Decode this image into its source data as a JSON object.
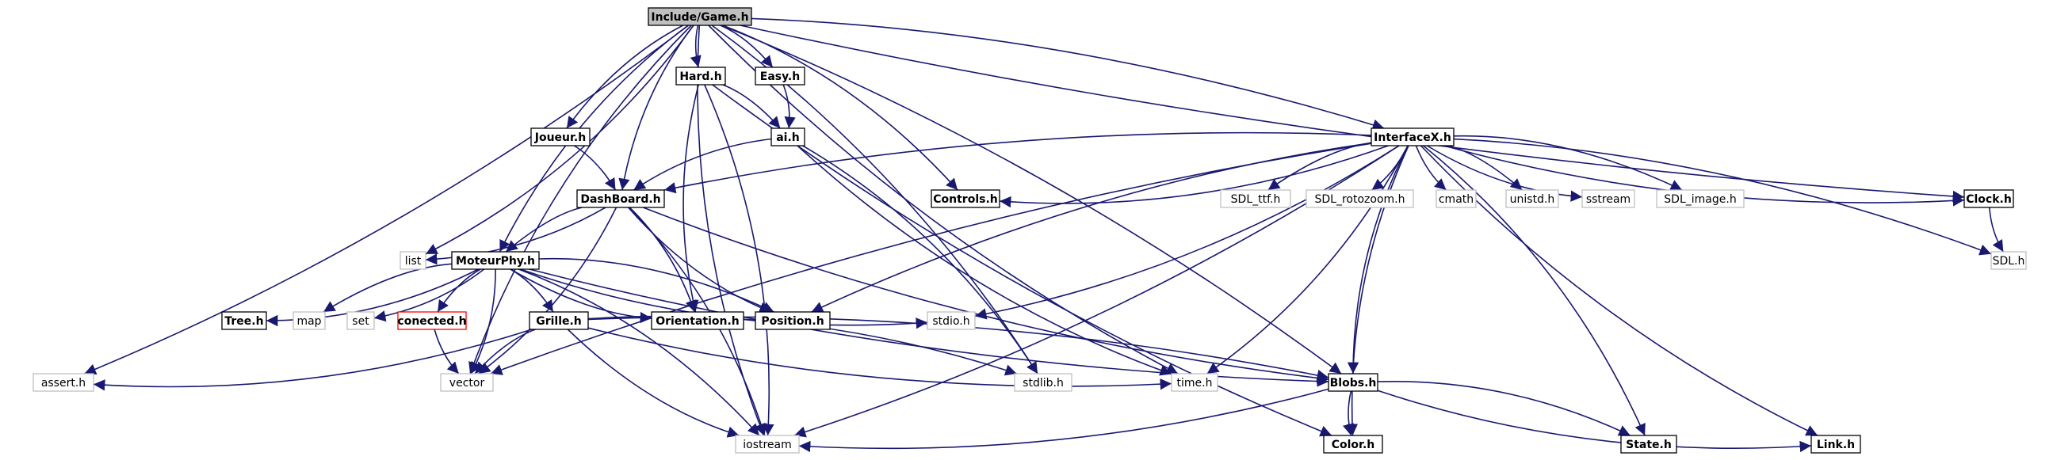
{
  "nodes": [
    {
      "id": "game",
      "label": "Include/Game.h",
      "style": "root"
    },
    {
      "id": "hard",
      "label": "Hard.h",
      "style": "file"
    },
    {
      "id": "easy",
      "label": "Easy.h",
      "style": "file"
    },
    {
      "id": "ai",
      "label": "ai.h",
      "style": "file"
    },
    {
      "id": "joueur",
      "label": "Joueur.h",
      "style": "file"
    },
    {
      "id": "interfacex",
      "label": "InterfaceX.h",
      "style": "file"
    },
    {
      "id": "dashboard",
      "label": "DashBoard.h",
      "style": "file"
    },
    {
      "id": "controls",
      "label": "Controls.h",
      "style": "file"
    },
    {
      "id": "sdlttf",
      "label": "SDL_ttf.h",
      "style": "ext"
    },
    {
      "id": "sdlroto",
      "label": "SDL_rotozoom.h",
      "style": "ext"
    },
    {
      "id": "cmath",
      "label": "cmath",
      "style": "ext"
    },
    {
      "id": "unistd",
      "label": "unistd.h",
      "style": "ext"
    },
    {
      "id": "sstream",
      "label": "sstream",
      "style": "ext"
    },
    {
      "id": "sdlimage",
      "label": "SDL_image.h",
      "style": "ext"
    },
    {
      "id": "clock",
      "label": "Clock.h",
      "style": "file"
    },
    {
      "id": "sdl",
      "label": "SDL.h",
      "style": "ext"
    },
    {
      "id": "list",
      "label": "list",
      "style": "ext"
    },
    {
      "id": "moteurphy",
      "label": "MoteurPhy.h",
      "style": "file"
    },
    {
      "id": "tree",
      "label": "Tree.h",
      "style": "file"
    },
    {
      "id": "map",
      "label": "map",
      "style": "ext"
    },
    {
      "id": "set",
      "label": "set",
      "style": "ext"
    },
    {
      "id": "conected",
      "label": "conected.h",
      "style": "missing"
    },
    {
      "id": "grille",
      "label": "Grille.h",
      "style": "file"
    },
    {
      "id": "orientation",
      "label": "Orientation.h",
      "style": "file"
    },
    {
      "id": "position",
      "label": "Position.h",
      "style": "file"
    },
    {
      "id": "stdio",
      "label": "stdio.h",
      "style": "ext"
    },
    {
      "id": "assert",
      "label": "assert.h",
      "style": "ext"
    },
    {
      "id": "vector",
      "label": "vector",
      "style": "ext"
    },
    {
      "id": "stdlib",
      "label": "stdlib.h",
      "style": "ext"
    },
    {
      "id": "time",
      "label": "time.h",
      "style": "ext"
    },
    {
      "id": "blobs",
      "label": "Blobs.h",
      "style": "file"
    },
    {
      "id": "iostream",
      "label": "iostream",
      "style": "ext"
    },
    {
      "id": "color",
      "label": "Color.h",
      "style": "file"
    },
    {
      "id": "state",
      "label": "State.h",
      "style": "file"
    },
    {
      "id": "link",
      "label": "Link.h",
      "style": "file"
    }
  ],
  "edges": [
    [
      "game",
      "hard"
    ],
    [
      "game",
      "easy"
    ],
    [
      "game",
      "joueur"
    ],
    [
      "game",
      "interfacex"
    ],
    [
      "game",
      "dashboard"
    ],
    [
      "game",
      "controls"
    ],
    [
      "game",
      "clock"
    ],
    [
      "game",
      "list"
    ],
    [
      "game",
      "moteurphy"
    ],
    [
      "game",
      "assert"
    ],
    [
      "game",
      "vector"
    ],
    [
      "game",
      "stdlib"
    ],
    [
      "game",
      "time"
    ],
    [
      "game",
      "blobs"
    ],
    [
      "game",
      "iostream"
    ],
    [
      "hard",
      "ai"
    ],
    [
      "hard",
      "orientation"
    ],
    [
      "hard",
      "iostream"
    ],
    [
      "hard",
      "color"
    ],
    [
      "easy",
      "ai"
    ],
    [
      "ai",
      "dashboard"
    ],
    [
      "ai",
      "stdlib"
    ],
    [
      "ai",
      "time"
    ],
    [
      "joueur",
      "dashboard"
    ],
    [
      "interfacex",
      "dashboard"
    ],
    [
      "interfacex",
      "controls"
    ],
    [
      "interfacex",
      "sdlttf"
    ],
    [
      "interfacex",
      "sdlroto"
    ],
    [
      "interfacex",
      "cmath"
    ],
    [
      "interfacex",
      "unistd"
    ],
    [
      "interfacex",
      "sstream"
    ],
    [
      "interfacex",
      "sdlimage"
    ],
    [
      "interfacex",
      "clock"
    ],
    [
      "interfacex",
      "sdl"
    ],
    [
      "interfacex",
      "position"
    ],
    [
      "interfacex",
      "stdio"
    ],
    [
      "interfacex",
      "vector"
    ],
    [
      "interfacex",
      "time"
    ],
    [
      "interfacex",
      "blobs"
    ],
    [
      "interfacex",
      "iostream"
    ],
    [
      "interfacex",
      "color"
    ],
    [
      "interfacex",
      "state"
    ],
    [
      "interfacex",
      "link"
    ],
    [
      "dashboard",
      "list"
    ],
    [
      "dashboard",
      "moteurphy"
    ],
    [
      "dashboard",
      "orientation"
    ],
    [
      "dashboard",
      "position"
    ],
    [
      "dashboard",
      "vector"
    ],
    [
      "dashboard",
      "blobs"
    ],
    [
      "dashboard",
      "iostream"
    ],
    [
      "clock",
      "sdl"
    ],
    [
      "moteurphy",
      "tree"
    ],
    [
      "moteurphy",
      "map"
    ],
    [
      "moteurphy",
      "set"
    ],
    [
      "moteurphy",
      "conected"
    ],
    [
      "moteurphy",
      "grille"
    ],
    [
      "moteurphy",
      "orientation"
    ],
    [
      "moteurphy",
      "position"
    ],
    [
      "moteurphy",
      "stdio"
    ],
    [
      "moteurphy",
      "vector"
    ],
    [
      "moteurphy",
      "blobs"
    ],
    [
      "moteurphy",
      "iostream"
    ],
    [
      "conected",
      "vector"
    ],
    [
      "grille",
      "assert"
    ],
    [
      "grille",
      "vector"
    ],
    [
      "grille",
      "stdlib"
    ],
    [
      "grille",
      "time"
    ],
    [
      "grille",
      "blobs"
    ],
    [
      "grille",
      "iostream"
    ],
    [
      "blobs",
      "iostream"
    ],
    [
      "blobs",
      "color"
    ],
    [
      "blobs",
      "state"
    ],
    [
      "blobs",
      "link"
    ]
  ],
  "colors": {
    "edge": "#191970",
    "root_fill": "#bfbfbf",
    "file_border": "#000000",
    "ext_border": "#bfbfbf",
    "missing_border": "#ff0000",
    "text": "#000000"
  }
}
